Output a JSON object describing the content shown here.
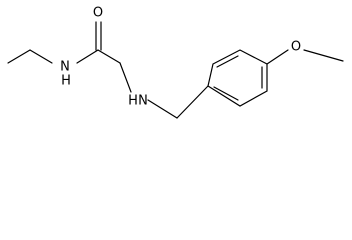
{
  "structure": {
    "atoms": {
      "carbonyl_oxygen": "O",
      "amide_nitrogen": "N",
      "amide_hydrogen": "H",
      "amine_nitrogen": "N",
      "amine_hydrogen": "H",
      "ether_oxygen": "O"
    }
  }
}
